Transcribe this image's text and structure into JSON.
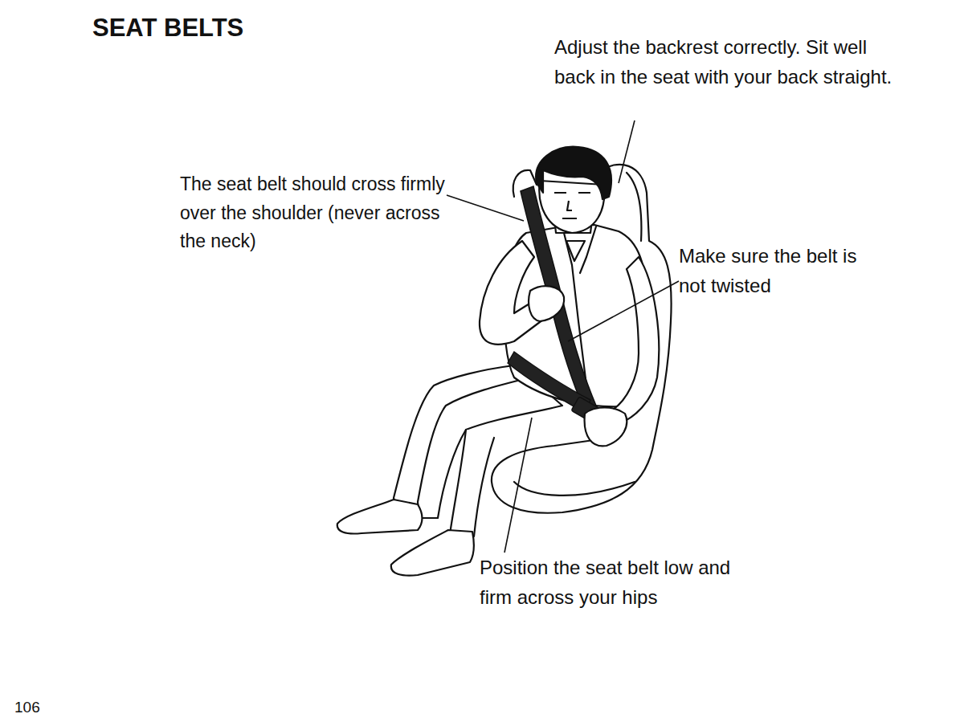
{
  "diagram": {
    "title": "SEAT BELTS",
    "labels": [
      "Adjust the backrest correctly. Sit well back in the seat with your back straight.",
      "The seat belt should cross firmly over the shoulder (never across the neck)",
      "Make sure the belt is not twisted",
      "Position the seat belt low and firm across your hips",
      "106"
    ]
  }
}
